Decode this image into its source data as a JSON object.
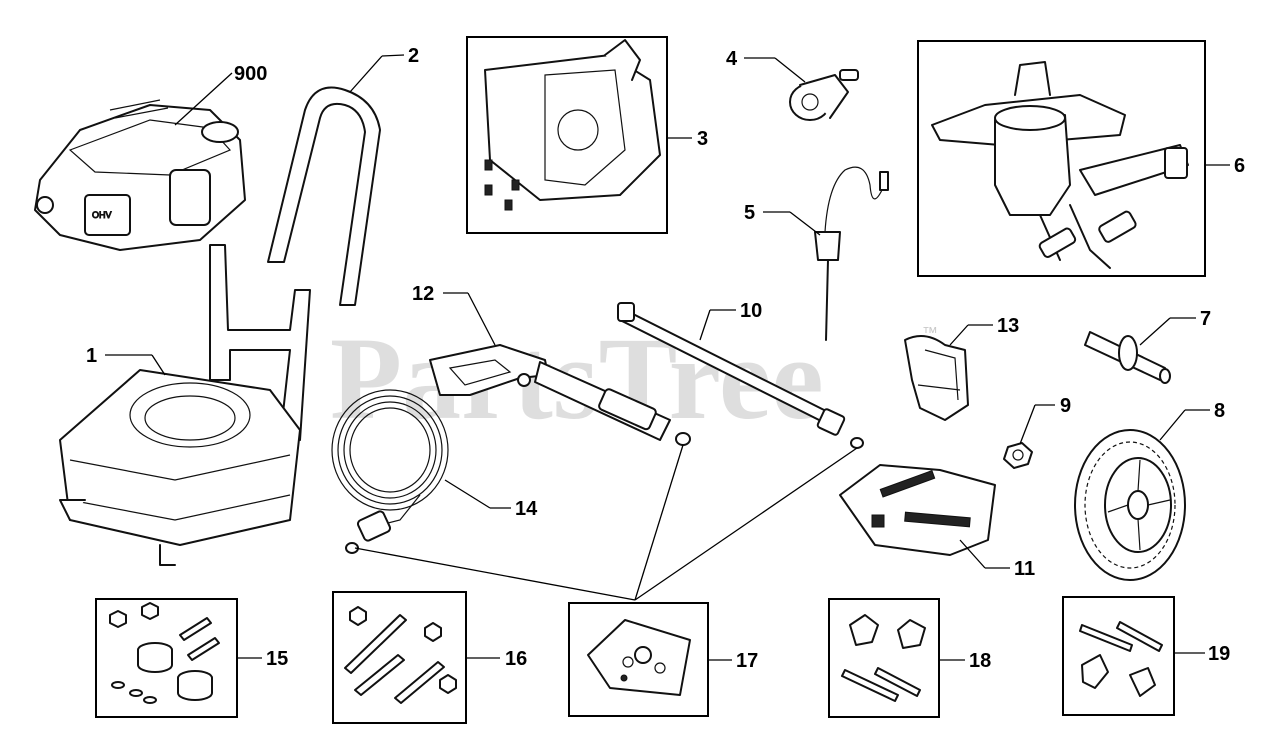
{
  "watermark": {
    "text": "PartsTree",
    "trademark": "™"
  },
  "parts": [
    {
      "id": "p1",
      "label": "1"
    },
    {
      "id": "p2",
      "label": "2"
    },
    {
      "id": "p3",
      "label": "3"
    },
    {
      "id": "p4",
      "label": "4"
    },
    {
      "id": "p5",
      "label": "5"
    },
    {
      "id": "p6",
      "label": "6"
    },
    {
      "id": "p7",
      "label": "7"
    },
    {
      "id": "p8",
      "label": "8"
    },
    {
      "id": "p9",
      "label": "9"
    },
    {
      "id": "p10",
      "label": "10"
    },
    {
      "id": "p11",
      "label": "11"
    },
    {
      "id": "p12",
      "label": "12"
    },
    {
      "id": "p13",
      "label": "13"
    },
    {
      "id": "p14",
      "label": "14"
    },
    {
      "id": "p15",
      "label": "15"
    },
    {
      "id": "p16",
      "label": "16"
    },
    {
      "id": "p17",
      "label": "17"
    },
    {
      "id": "p18",
      "label": "18"
    },
    {
      "id": "p19",
      "label": "19"
    },
    {
      "id": "p900",
      "label": "900"
    }
  ]
}
